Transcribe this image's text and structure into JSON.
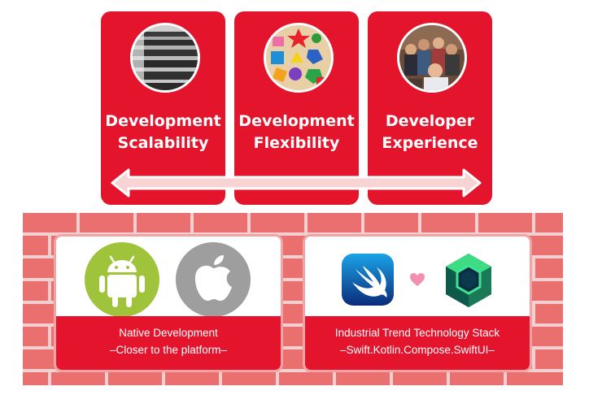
{
  "pillars": [
    {
      "line1": "Development",
      "line2": "Scalability"
    },
    {
      "line1": "Development",
      "line2": "Flexibility"
    },
    {
      "line1": "Developer",
      "line2": "Experience"
    }
  ],
  "foundation": [
    {
      "title": "Native Development",
      "subtitle": "–Closer to the platform–"
    },
    {
      "title": "Industrial Trend Technology Stack",
      "subtitle": "–Swift.Kotlin.Compose.SwiftUI–"
    }
  ],
  "icons": [
    "stairs-photo",
    "shape-puzzle-photo",
    "team-photo",
    "android-icon",
    "apple-icon",
    "swift-icon",
    "heart-icon",
    "jetpack-compose-icon",
    "double-arrow-icon"
  ],
  "colors": {
    "accent": "#e4142c",
    "brick": "#ea6f6f",
    "mortar": "#f4cfcf"
  }
}
